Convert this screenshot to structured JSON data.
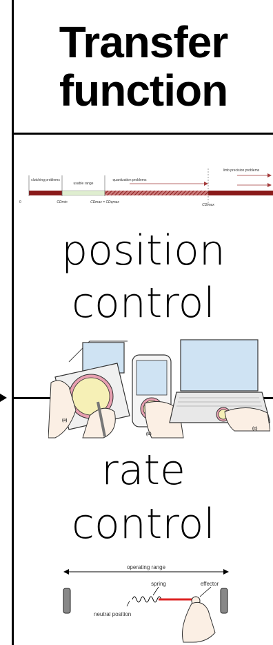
{
  "header": {
    "line1": "Transfer",
    "line2": "function"
  },
  "cd_diagram": {
    "segments": {
      "clutching": "clutching problems",
      "usable": "usable range",
      "quantization": "quantization problems",
      "limb": "limb precision problems"
    },
    "ticks": {
      "zero": "0",
      "cdmin": "CDmin",
      "cdmax": "CDmax = CDqmax",
      "cdlmax": "CDlmax"
    }
  },
  "position_control": {
    "line1": "position",
    "line2": "control",
    "photo_labels": [
      "(a)",
      "(b)",
      "(c)"
    ]
  },
  "rate_control": {
    "line1": "rate",
    "line2": "control"
  },
  "joystick": {
    "operating_range": "operating range",
    "spring": "spring",
    "effector": "effector",
    "neutral": "neutral position"
  },
  "colors": {
    "problem_red": "#8a1a1a",
    "usable_green": "#dfeed0",
    "hatch_red": "#a33a3a",
    "pad_pink": "#e79fb0",
    "pad_yellow": "#f6f0b6"
  }
}
